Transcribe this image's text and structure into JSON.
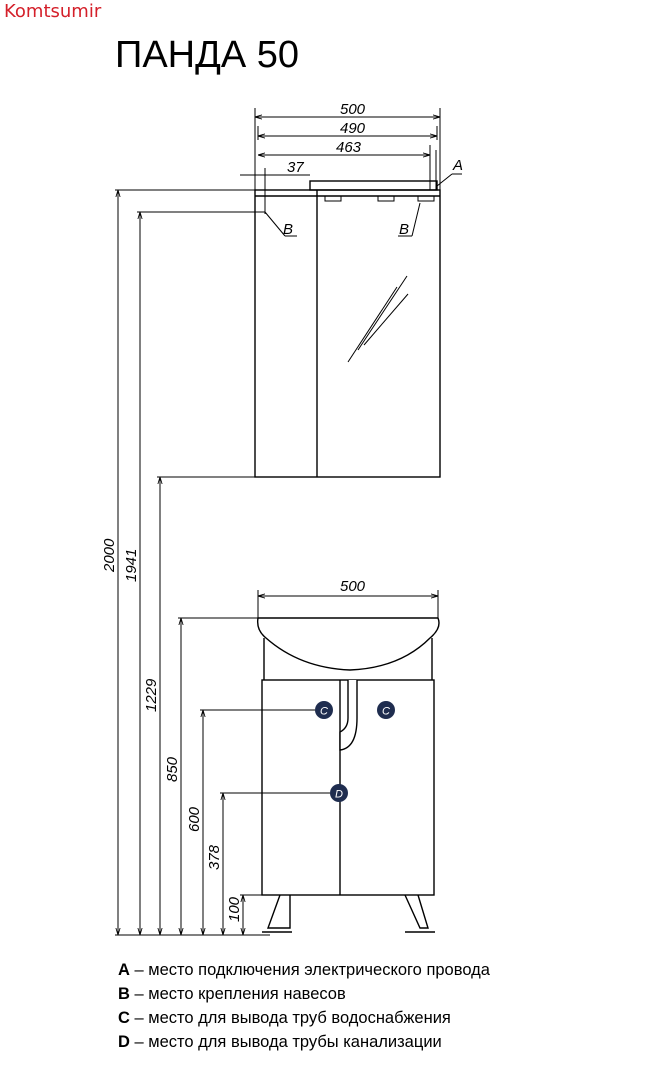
{
  "watermark": "Komtsumir",
  "title": "ПАНДА 50",
  "dimensions": {
    "mirror_width": "500",
    "mirror_inner": "490",
    "mirror_inner2": "463",
    "offset": "37",
    "height_total": "2000",
    "height_mirror_mount": "1941",
    "height_mirror_bottom": "1229",
    "height_sink": "850",
    "height_c": "600",
    "height_d": "378",
    "height_legs": "100",
    "cabinet_width": "500"
  },
  "marks": {
    "a": "A",
    "b": "B",
    "c": "C",
    "d": "D"
  },
  "legend": [
    {
      "key": "A",
      "text": " – место подключения электрического провода"
    },
    {
      "key": "B",
      "text": " – место крепления навесов"
    },
    {
      "key": "C",
      "text": " – место для вывода труб водоснабжения"
    },
    {
      "key": "D",
      "text": " – место для вывода трубы канализации"
    }
  ],
  "colors": {
    "watermark": "#d4202a",
    "marker_fill": "#1f2d4f"
  }
}
